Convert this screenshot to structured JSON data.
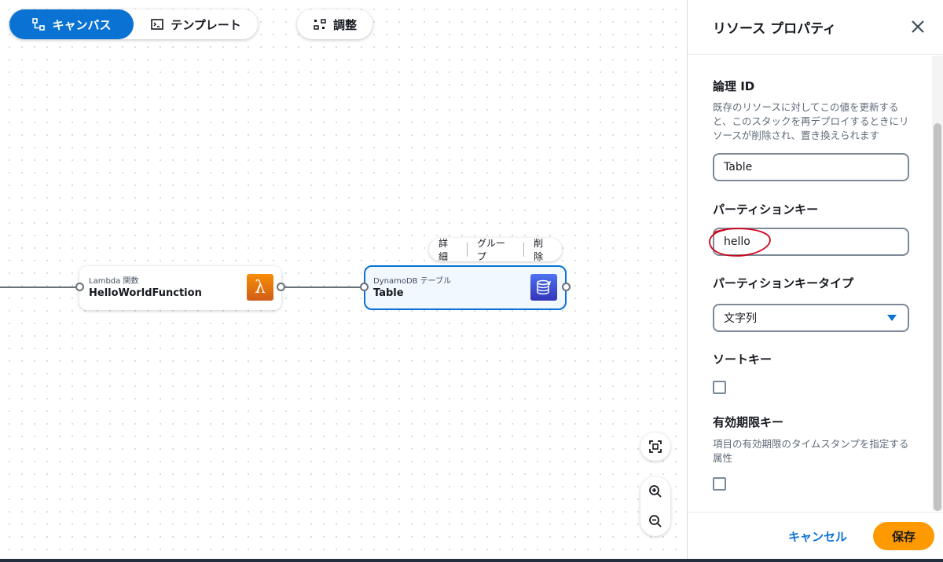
{
  "toolbar": {
    "canvas_label": "キャンバス",
    "template_label": "テンプレート",
    "adjust_label": "調整"
  },
  "nodes": [
    {
      "type": "Lambda 関数",
      "name": "HelloWorldFunction",
      "icon": "lambda-icon"
    },
    {
      "type": "DynamoDB テーブル",
      "name": "Table",
      "icon": "dynamodb-icon",
      "selected": true
    }
  ],
  "node_menu": {
    "details": "詳細",
    "group": "グループ",
    "delete": "削除"
  },
  "panel": {
    "title": "リソース プロパティ",
    "logical_id_label": "論理 ID",
    "logical_id_desc": "既存のリソースに対してこの値を更新すると、このスタックを再デプロイするときにリソースが削除され、置き換えられます",
    "logical_id_value": "Table",
    "partition_key_label": "パーティションキー",
    "partition_key_value": "hello",
    "partition_key_type_label": "パーティションキータイプ",
    "partition_key_type_value": "文字列",
    "sort_key_label": "ソートキー",
    "ttl_label": "有効期限キー",
    "ttl_desc": "項目の有効期限のタイムスタンプを指定する属性",
    "cancel_label": "キャンセル",
    "save_label": "保存"
  },
  "colors": {
    "accent": "#0972d3",
    "save_button": "#ff9900",
    "annotation_circle": "#d0021b"
  }
}
